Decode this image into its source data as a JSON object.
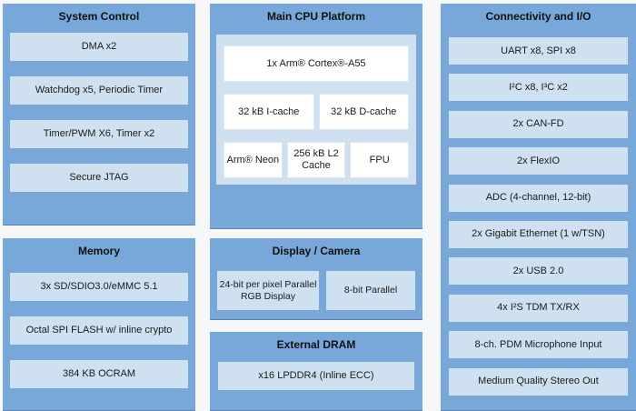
{
  "diagram": {
    "background": "#f5f7f8",
    "colors": {
      "block_fill": "#78a7d9",
      "item_fill": "#cfe0f0",
      "cpu_box_fill": "#ffffff",
      "text": "#1a1a1a"
    },
    "blocks": {
      "system_control": {
        "title": "System Control",
        "items": [
          "DMA x2",
          "Watchdog x5, Periodic Timer",
          "Timer/PWM X6, Timer x2",
          "Secure JTAG"
        ]
      },
      "memory": {
        "title": "Memory",
        "items": [
          "3x SD/SDIO3.0/eMMC 5.1",
          "Octal SPI FLASH w/ inline crypto",
          "384 KB OCRAM"
        ]
      },
      "cpu": {
        "title": "Main CPU Platform",
        "rows": [
          [
            "1x Arm® Cortex®-A55"
          ],
          [
            "32 kB I-cache",
            "32 kB D-cache"
          ],
          [
            "Arm® Neon",
            "256 kB L2 Cache",
            "FPU"
          ]
        ]
      },
      "display_camera": {
        "title": "Display / Camera",
        "items": [
          "24-bit per pixel Parallel RGB Display",
          "8-bit Parallel"
        ]
      },
      "external_dram": {
        "title": "External DRAM",
        "items": [
          "x16 LPDDR4 (Inline ECC)"
        ]
      },
      "connectivity": {
        "title": "Connectivity and I/O",
        "items": [
          "UART x8, SPI x8",
          "I²C x8, I³C x2",
          "2x CAN-FD",
          "2x FlexIO",
          "ADC (4-channel, 12-bit)",
          "2x Gigabit Ethernet (1 w/TSN)",
          "2x USB 2.0",
          "4x I²S TDM TX/RX",
          "8-ch. PDM Microphone Input",
          "Medium Quality Stereo Out"
        ]
      }
    }
  }
}
